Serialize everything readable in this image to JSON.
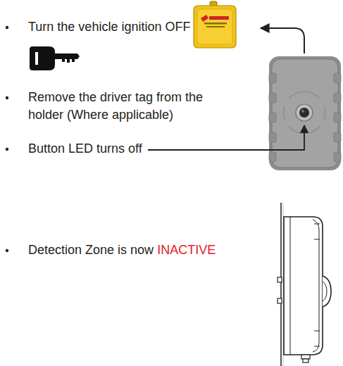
{
  "diagram": {
    "labels": [
      "Turn the vehicle ignition OFF",
      "Remove the driver tag from the holder (Where applicable)",
      "Button LED turns off",
      "Detection Zone is now",
      "INACTIVE"
    ]
  }
}
